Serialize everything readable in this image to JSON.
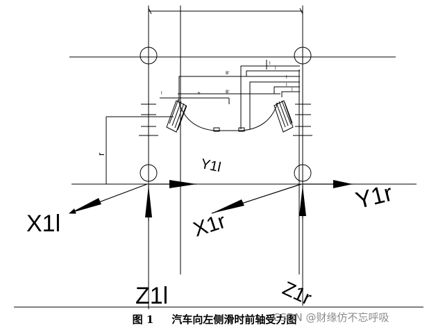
{
  "labels": {
    "x1l": "X1l",
    "y1l": "Y1l",
    "z1l": "Z1l",
    "x1r": "X1r",
    "y1r": "Y1r",
    "z1r": "Z1r",
    "r": "r"
  },
  "caption": {
    "number": "图 1",
    "text": "汽车向左侧滑时前轴受力图"
  },
  "watermark": "CSDN @财缘仿不忘呼吸"
}
